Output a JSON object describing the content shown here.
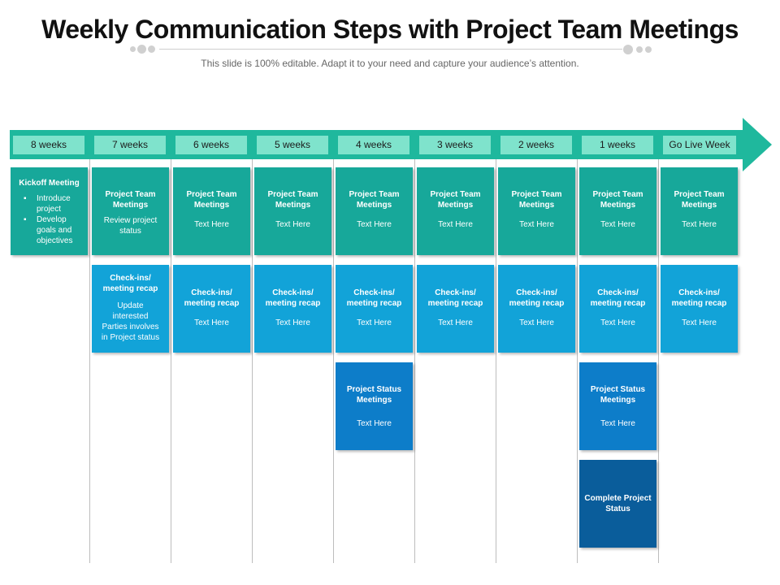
{
  "title": "Weekly Communication Steps with Project Team Meetings",
  "subtitle": "This slide is 100% editable. Adapt it to your need and capture your audience’s attention.",
  "colors": {
    "timeline_bar": "#1fb89d",
    "week_label": "#7fe3cc",
    "team_meeting": "#17a89a",
    "check_in": "#12a3d8",
    "status_meeting": "#0d7dc9",
    "complete_status": "#0a5d9b"
  },
  "weeks": [
    "8 weeks",
    "7 weeks",
    "6 weeks",
    "5 weeks",
    "4 weeks",
    "3 weeks",
    "2 weeks",
    "1 weeks",
    "Go Live Week"
  ],
  "kickoff": {
    "heading": "Kickoff Meeting",
    "bullets": [
      "Introduce project",
      "Develop goals and objectives"
    ]
  },
  "team_meetings": {
    "w7": {
      "heading": "Project Team Meetings",
      "text": "Review project status"
    },
    "heading": "Project Team Meetings",
    "text": "Text Here"
  },
  "check_ins": {
    "w7": {
      "heading": "Check-ins/ meeting recap",
      "text": "Update interested Parties involves in Project status"
    },
    "heading": "Check-ins/ meeting recap",
    "text": "Text Here"
  },
  "status_meetings": {
    "heading": "Project Status Meetings",
    "text": "Text Here"
  },
  "complete": {
    "heading": "Complete Project Status"
  }
}
